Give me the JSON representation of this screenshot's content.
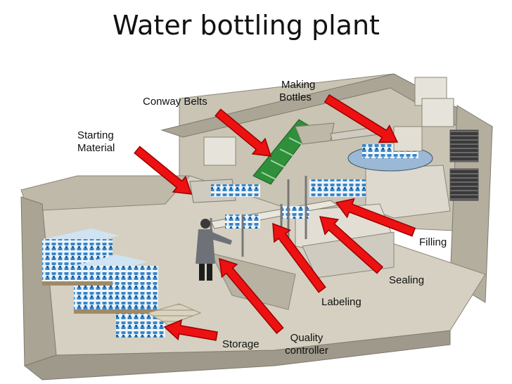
{
  "title": "Water bottling plant",
  "labels": {
    "conway_belts": "Conway  Belts",
    "making_bottles_1": "Making",
    "making_bottles_2": "Bottles",
    "starting_material_1": "Starting",
    "starting_material_2": "Material",
    "filling": "Filling",
    "sealing": "Sealing",
    "labeling": "Labeling",
    "quality_controller_1": "Quality",
    "quality_controller_2": "controller",
    "storage": "Storage"
  },
  "colors": {
    "arrow_fill": "#ee1111",
    "arrow_stroke": "#9a0000",
    "container_wall": "#bdb8a8",
    "container_floor": "#cfcabb",
    "bottle": "#3a86c8",
    "conveyor": "#2f8f3a"
  }
}
